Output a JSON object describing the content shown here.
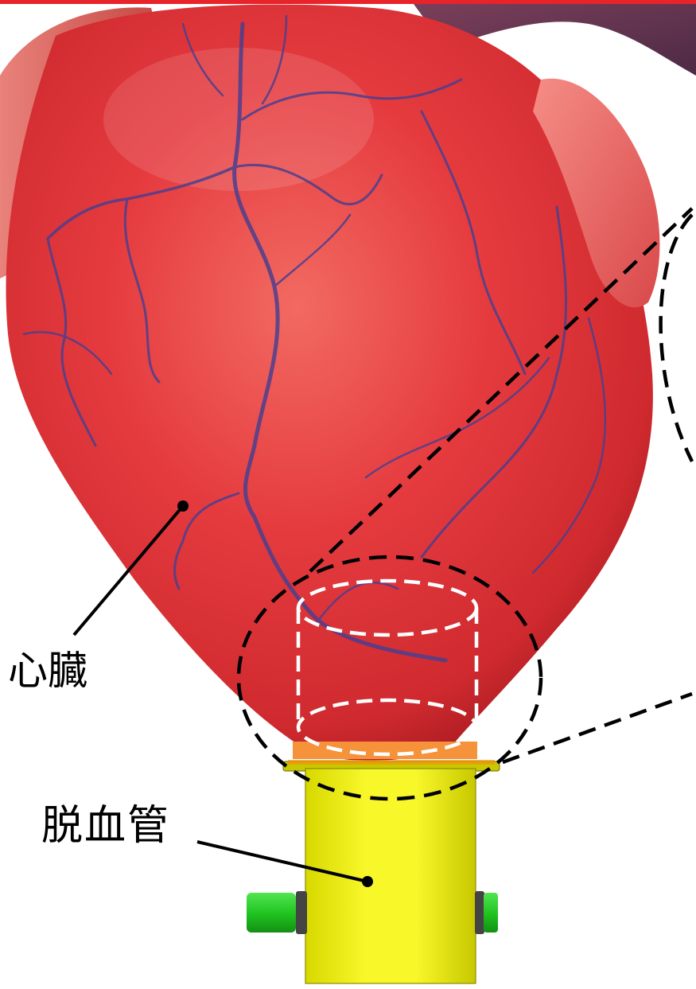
{
  "labels": {
    "heart": "心臓",
    "cannula": "脱血管"
  },
  "colors": {
    "top_border": "#e8232a",
    "heart_main": "#e43a3e",
    "heart_dark": "#b81e24",
    "heart_light": "#f06a64",
    "vessel": "#4b3f8e",
    "cannula_yellow": "#f2f21a",
    "cannula_shadow": "#b9b800",
    "connector_orange": "#f5923a",
    "side_port_green": "#22cc22",
    "callout_black": "#000000",
    "callout_white": "#ffffff"
  },
  "icons": {
    "heart": "heart-illustration",
    "cannula": "cannula-tube",
    "leader": "leader-line-with-dot",
    "callout": "dashed-magnifier-callout"
  }
}
